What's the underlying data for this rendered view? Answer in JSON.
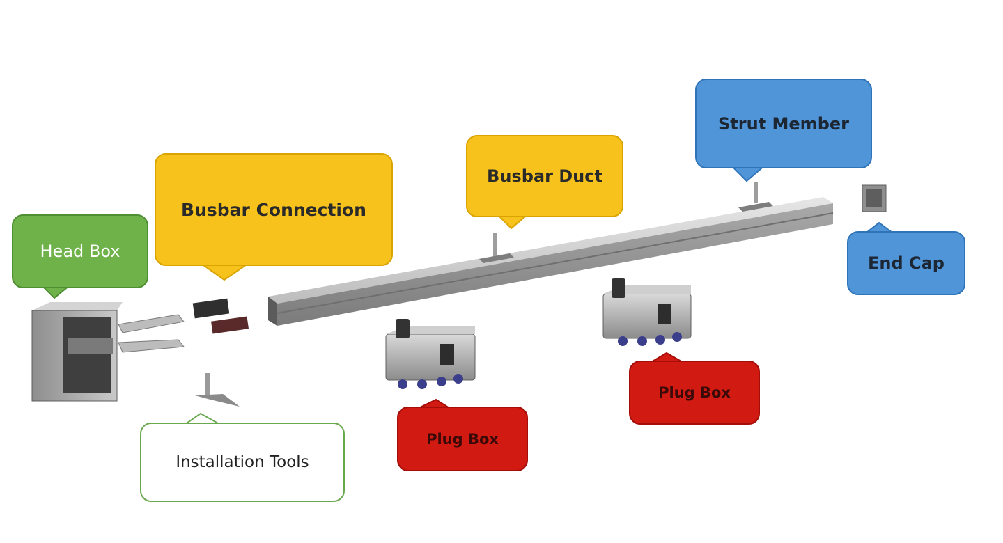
{
  "labels": {
    "head_box": "Head Box",
    "busbar_connection": "Busbar Connection",
    "busbar_duct": "Busbar Duct",
    "strut_member": "Strut Member",
    "end_cap": "End Cap",
    "installation_tools": "Installation Tools",
    "plug_box_1": "Plug Box",
    "plug_box_2": "Plug Box"
  },
  "colors": {
    "head_box": "#6fb24a",
    "busbar_connection": "#f6c21b",
    "busbar_duct": "#f6c21b",
    "strut_member": "#4f95d8",
    "end_cap": "#4f95d8",
    "installation_tools_border": "#6aa84f",
    "plug_box": "#d11a12"
  }
}
